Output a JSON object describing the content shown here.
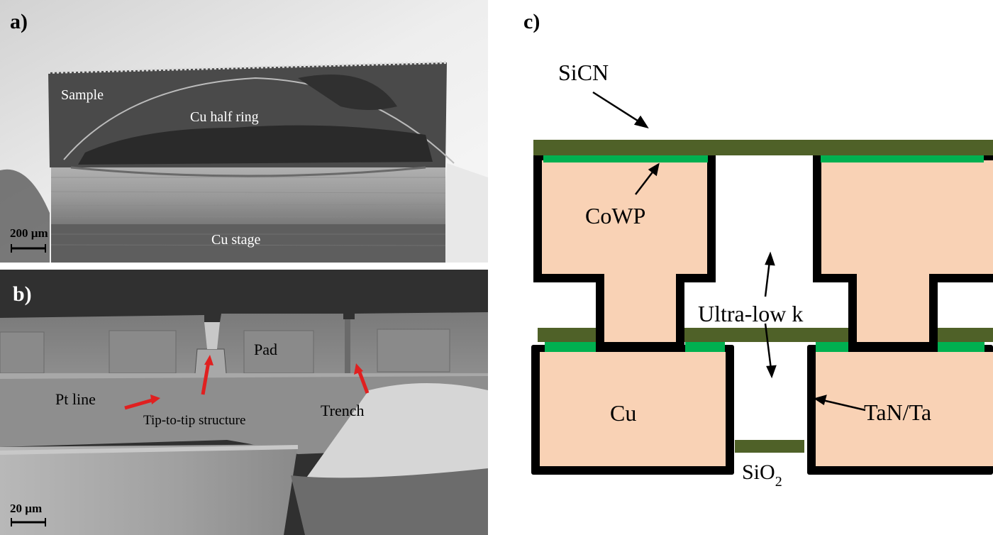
{
  "panel_a": {
    "label": "a)",
    "sample": "Sample",
    "ring": "Cu half ring",
    "stage": "Cu stage",
    "scale": "200 µm"
  },
  "panel_b": {
    "label": "b)",
    "pad": "Pad",
    "pt_line": "Pt line",
    "tip": "Tip-to-tip structure",
    "trench": "Trench",
    "scale": "20 µm"
  },
  "panel_c": {
    "label": "c)",
    "sicn": "SiCN",
    "cowp": "CoWP",
    "ulk": "Ultra-low k",
    "cu": "Cu",
    "tan": "TaN/Ta",
    "sio2_main": "SiO",
    "sio2_sub": "2"
  },
  "colors": {
    "cu_fill": "#f9d2b5",
    "barrier": "#000000",
    "sicn": "#4f6128",
    "cowp": "#00b050",
    "arrow_red": "#e02020"
  }
}
